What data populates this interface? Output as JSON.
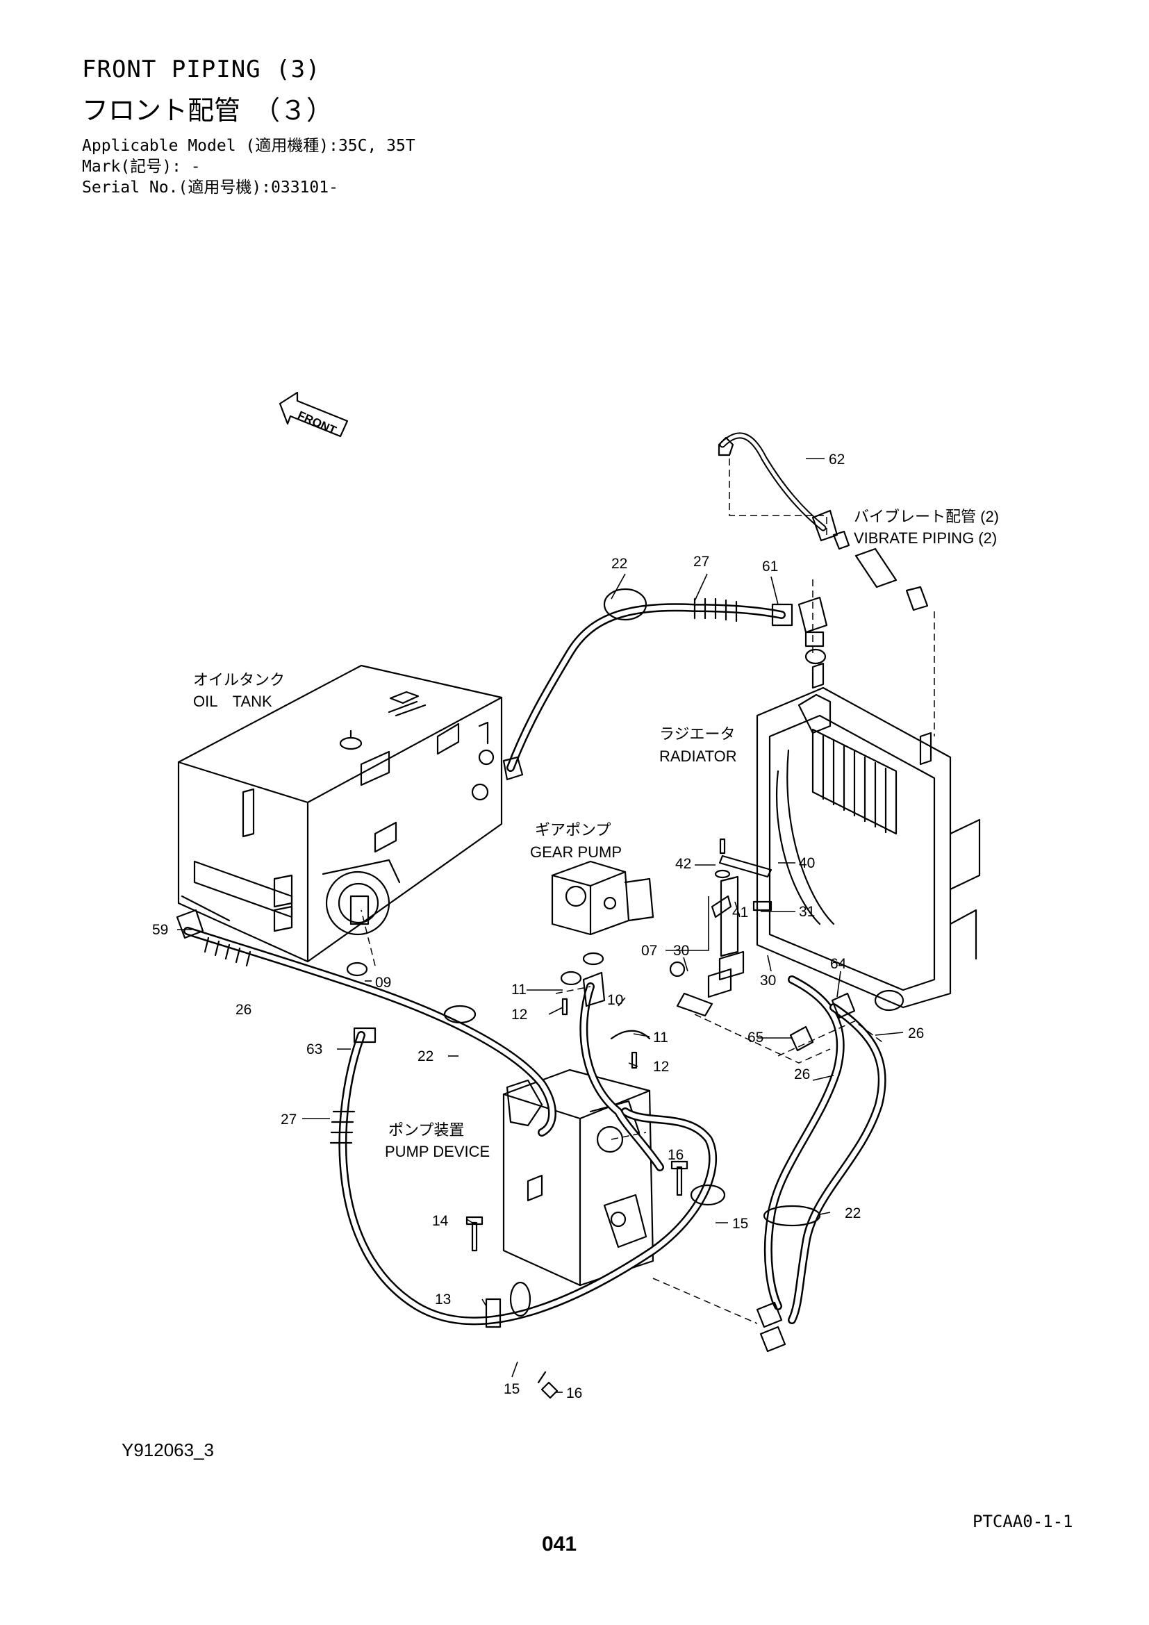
{
  "header": {
    "title_en": "FRONT PIPING (3)",
    "title_jp": "フロント配管　（３）",
    "applicable_model": "Applicable Model (適用機種):35C, 35T",
    "mark": "Mark(記号): -",
    "serial_no": "Serial No.(適用号機):033101-"
  },
  "diagram": {
    "front_arrow": "FRONT",
    "components": {
      "oil_tank_jp": "オイルタンク",
      "oil_tank_en": "OIL　TANK",
      "radiator_jp": "ラジエータ",
      "radiator_en": "RADIATOR",
      "gear_pump_jp": "ギアポンプ",
      "gear_pump_en": "GEAR PUMP",
      "pump_device_jp": "ポンプ装置",
      "pump_device_en": "PUMP DEVICE",
      "vibrate_piping_jp": "バイブレート配管 (2)",
      "vibrate_piping_en": "VIBRATE PIPING (2)"
    },
    "part_numbers": {
      "p62": "62",
      "p22a": "22",
      "p27a": "27",
      "p61": "61",
      "p40": "40",
      "p42": "42",
      "p31": "31",
      "p41": "41",
      "p07": "07",
      "p30a": "30",
      "p30b": "30",
      "p64": "64",
      "p26a": "26",
      "p65": "65",
      "p26b": "26",
      "p59": "59",
      "p09": "09",
      "p26c": "26",
      "p11a": "11",
      "p12a": "12",
      "p10": "10",
      "p11b": "11",
      "p12b": "12",
      "p63": "63",
      "p22b": "22",
      "p27b": "27",
      "p16a": "16",
      "p15a": "15",
      "p22c": "22",
      "p14": "14",
      "p13": "13",
      "p16b": "16",
      "p15b": "15"
    }
  },
  "footer": {
    "drawing_code": "Y912063_3",
    "catalog_code": "PTCAA0-1-1",
    "page_number": "041"
  }
}
